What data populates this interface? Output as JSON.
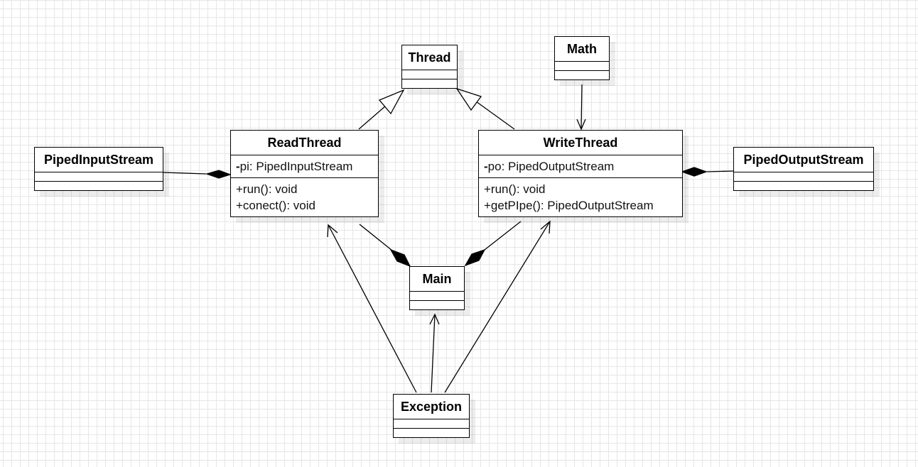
{
  "diagram": {
    "type": "uml-class-diagram",
    "classes": [
      {
        "id": "thread",
        "name": "Thread",
        "attributes": [],
        "operations": []
      },
      {
        "id": "math",
        "name": "Math",
        "attributes": [],
        "operations": []
      },
      {
        "id": "readthread",
        "name": "ReadThread",
        "attributes": [
          {
            "visibility": "-",
            "text": "pi: PipedInputStream"
          }
        ],
        "operations": [
          {
            "text": "+run(): void"
          },
          {
            "text": "+conect(): void"
          }
        ]
      },
      {
        "id": "writethread",
        "name": "WriteThread",
        "attributes": [
          {
            "visibility": "-",
            "text": "po: PipedOutputStream"
          }
        ],
        "operations": [
          {
            "text": "+run(): void"
          },
          {
            "text": "+getPIpe(): PipedOutputStream"
          }
        ]
      },
      {
        "id": "pipedinputstream",
        "name": "PipedInputStream",
        "attributes": [],
        "operations": []
      },
      {
        "id": "pipedoutputstream",
        "name": "PipedOutputStream",
        "attributes": [],
        "operations": []
      },
      {
        "id": "main",
        "name": "Main",
        "attributes": [],
        "operations": []
      },
      {
        "id": "exception",
        "name": "Exception",
        "attributes": [],
        "operations": []
      }
    ],
    "relationships": [
      {
        "type": "generalization",
        "from": "readthread",
        "to": "thread"
      },
      {
        "type": "generalization",
        "from": "writethread",
        "to": "thread"
      },
      {
        "type": "dependency",
        "from": "math",
        "to": "writethread"
      },
      {
        "type": "composition",
        "whole": "readthread",
        "part": "pipedinputstream"
      },
      {
        "type": "composition",
        "whole": "writethread",
        "part": "pipedoutputstream"
      },
      {
        "type": "composition",
        "whole": "main",
        "part": "readthread"
      },
      {
        "type": "composition",
        "whole": "main",
        "part": "writethread"
      },
      {
        "type": "dependency",
        "from": "exception",
        "to": "readthread"
      },
      {
        "type": "dependency",
        "from": "exception",
        "to": "writethread"
      },
      {
        "type": "dependency",
        "from": "exception",
        "to": "main"
      }
    ]
  }
}
